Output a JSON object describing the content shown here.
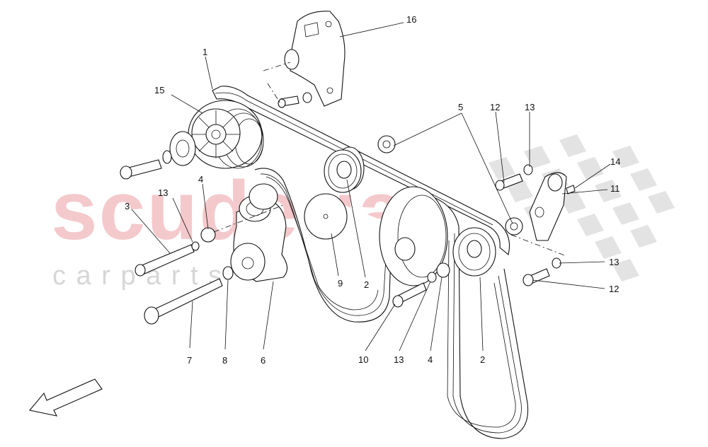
{
  "watermark": {
    "brand": "scuderia",
    "tagline": "c a r   p a r t s"
  },
  "callouts": [
    "1",
    "15",
    "16",
    "5",
    "12",
    "13",
    "14",
    "11",
    "13",
    "4",
    "3",
    "2",
    "9",
    "10",
    "13",
    "4",
    "2",
    "13",
    "12",
    "7",
    "8",
    "6"
  ]
}
